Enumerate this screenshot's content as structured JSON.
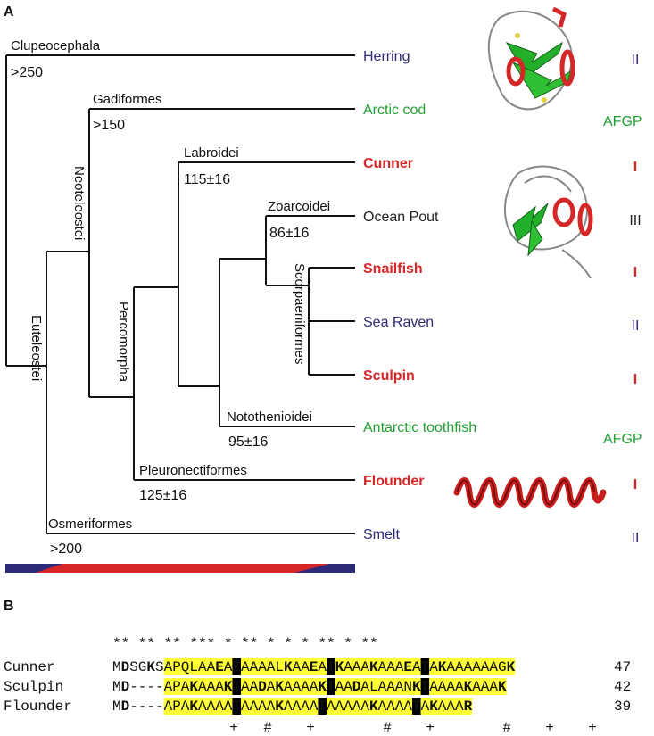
{
  "panels": {
    "a": "A",
    "b": "B"
  },
  "colors": {
    "type1": "#d62728",
    "type2": "#2e2a7a",
    "afgp": "#22a033",
    "type3": "#222222",
    "highlight": "#ffff33",
    "basic": "#1a73c8",
    "acidic": "#d62728"
  },
  "tree": {
    "clades": {
      "clupeocephala": "Clupeocephala",
      "gadiformes": "Gadiformes",
      "labroidei": "Labroidei",
      "zoarcoidei": "Zoarcoidei",
      "notothenioidei": "Notothenioidei",
      "pleuronectiformes": "Pleuronectiformes",
      "osmeriformes": "Osmeriformes",
      "neoteleostei": "Neoteleostei",
      "euteleostei": "Euteleostei",
      "percomorpha": "Percomorpha",
      "scorpaeniformes": "Scorpaeniformes"
    },
    "ages": {
      "clupeocephala": ">250",
      "gadiformes": ">150",
      "labroidei": "115±16",
      "zoarcoidei": "86±16",
      "notothenioidei": "95±16",
      "pleuronectiformes": "125±16",
      "osmeriformes": ">200"
    },
    "species": [
      {
        "name": "Herring",
        "afp": "II",
        "color": "#2e2a7a",
        "bold": false
      },
      {
        "name": "Arctic cod",
        "afp": "AFGP",
        "color": "#22a033",
        "bold": false
      },
      {
        "name": "Cunner",
        "afp": "I",
        "color": "#d62728",
        "bold": true
      },
      {
        "name": "Ocean Pout",
        "afp": "III",
        "color": "#222222",
        "bold": false
      },
      {
        "name": "Snailfish",
        "afp": "I",
        "color": "#d62728",
        "bold": true
      },
      {
        "name": "Sea Raven",
        "afp": "II",
        "color": "#2e2a7a",
        "bold": false
      },
      {
        "name": "Sculpin",
        "afp": "I",
        "color": "#d62728",
        "bold": true
      },
      {
        "name": "Antarctic toothfish",
        "afp": "AFGP",
        "color": "#22a033",
        "bold": false
      },
      {
        "name": "Flounder",
        "afp": "I",
        "color": "#d62728",
        "bold": true
      },
      {
        "name": "Smelt",
        "afp": "II",
        "color": "#2e2a7a",
        "bold": false
      }
    ]
  },
  "alignment": {
    "stars": "**   **  **   *** *   **   *  *  *   **   *   **",
    "rows": [
      {
        "name": "Cunner",
        "seq": "MDSGKSAPQLAAEATAAAALKAAEATKAAAKAAAEATAKAAAAAAGK",
        "count": "47"
      },
      {
        "name": "Sculpin",
        "seq": "MD----APAKAAAKTAADAKAAAAKTAADALAAANKTAAAAKAAAK",
        "count": "42"
      },
      {
        "name": "Flounder",
        "seq": "MD----APAKAAAATAAAAKAAAATAAAAAKAAAATAKAAAR",
        "count": "39"
      }
    ],
    "markers": "+ # + # + # + +"
  }
}
